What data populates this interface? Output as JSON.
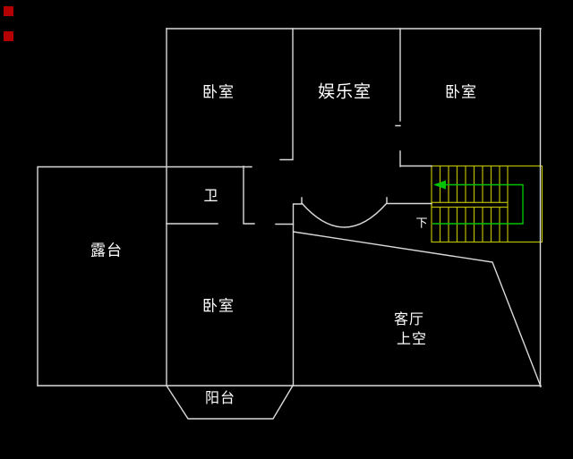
{
  "drawing": {
    "type_note": "second-floor CAD floor plan",
    "labels": {
      "bedroom_top_left": {
        "text": "卧室"
      },
      "entertainment": {
        "text": "娱乐室"
      },
      "bedroom_top_right": {
        "text": "卧室"
      },
      "bathroom": {
        "text": "卫"
      },
      "terrace": {
        "text": "露台"
      },
      "bedroom_bottom": {
        "text": "卧室"
      },
      "living_void_line1": {
        "text": "客厅"
      },
      "living_void_line2": {
        "text": "上空"
      },
      "balcony": {
        "text": "阳台"
      },
      "stair_down": {
        "text": "下"
      }
    },
    "colors": {
      "background": "#000000",
      "wall": "#d9d9d9",
      "text": "#ffffff",
      "stair": "#b9b900",
      "path": "#00c300",
      "marker": "#b40000"
    }
  }
}
